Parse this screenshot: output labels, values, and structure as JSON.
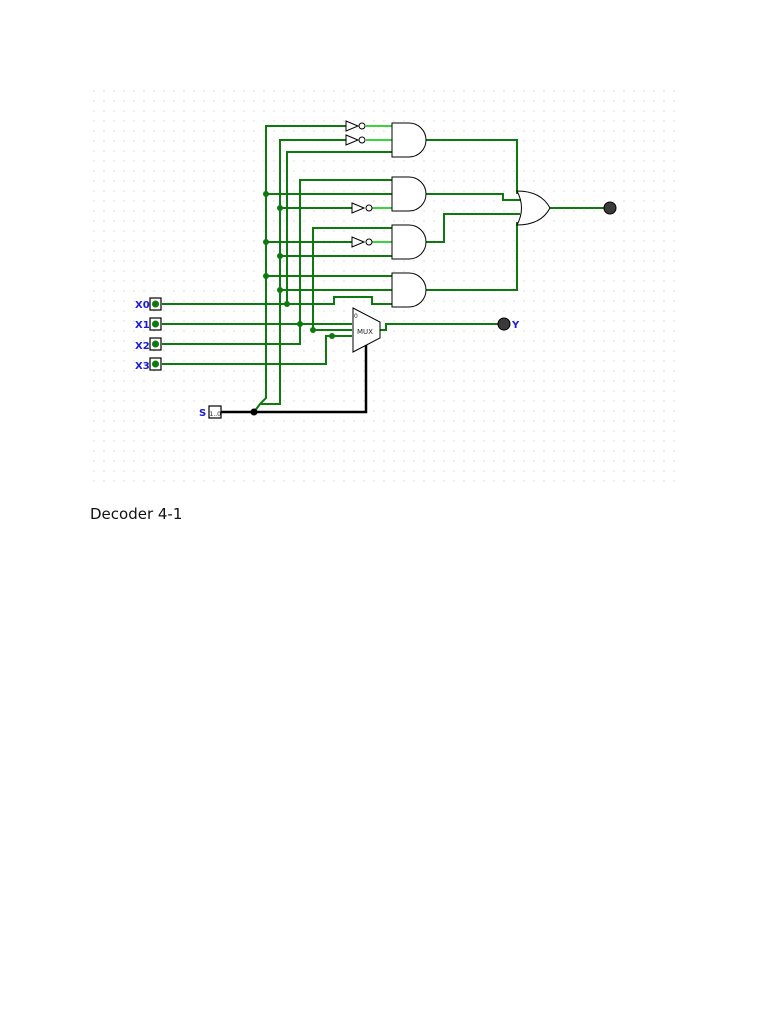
{
  "caption": "Decoder 4-1",
  "inputs": [
    {
      "label": "X0",
      "pin": "input-pin-x0"
    },
    {
      "label": "X1",
      "pin": "input-pin-x1"
    },
    {
      "label": "X2",
      "pin": "input-pin-x2"
    },
    {
      "label": "X3",
      "pin": "input-pin-x3"
    }
  ],
  "select": {
    "label": "S",
    "bits": "1..0"
  },
  "mux": {
    "label": "MUX",
    "select_marker": "0"
  },
  "output": {
    "label": "Y"
  },
  "colors": {
    "wire_on": "#3cd43c",
    "wire_off": "#0c7a0c",
    "bus": "#000000",
    "label": "#1a1ae0",
    "grid_dot": "#b0b0b0"
  }
}
